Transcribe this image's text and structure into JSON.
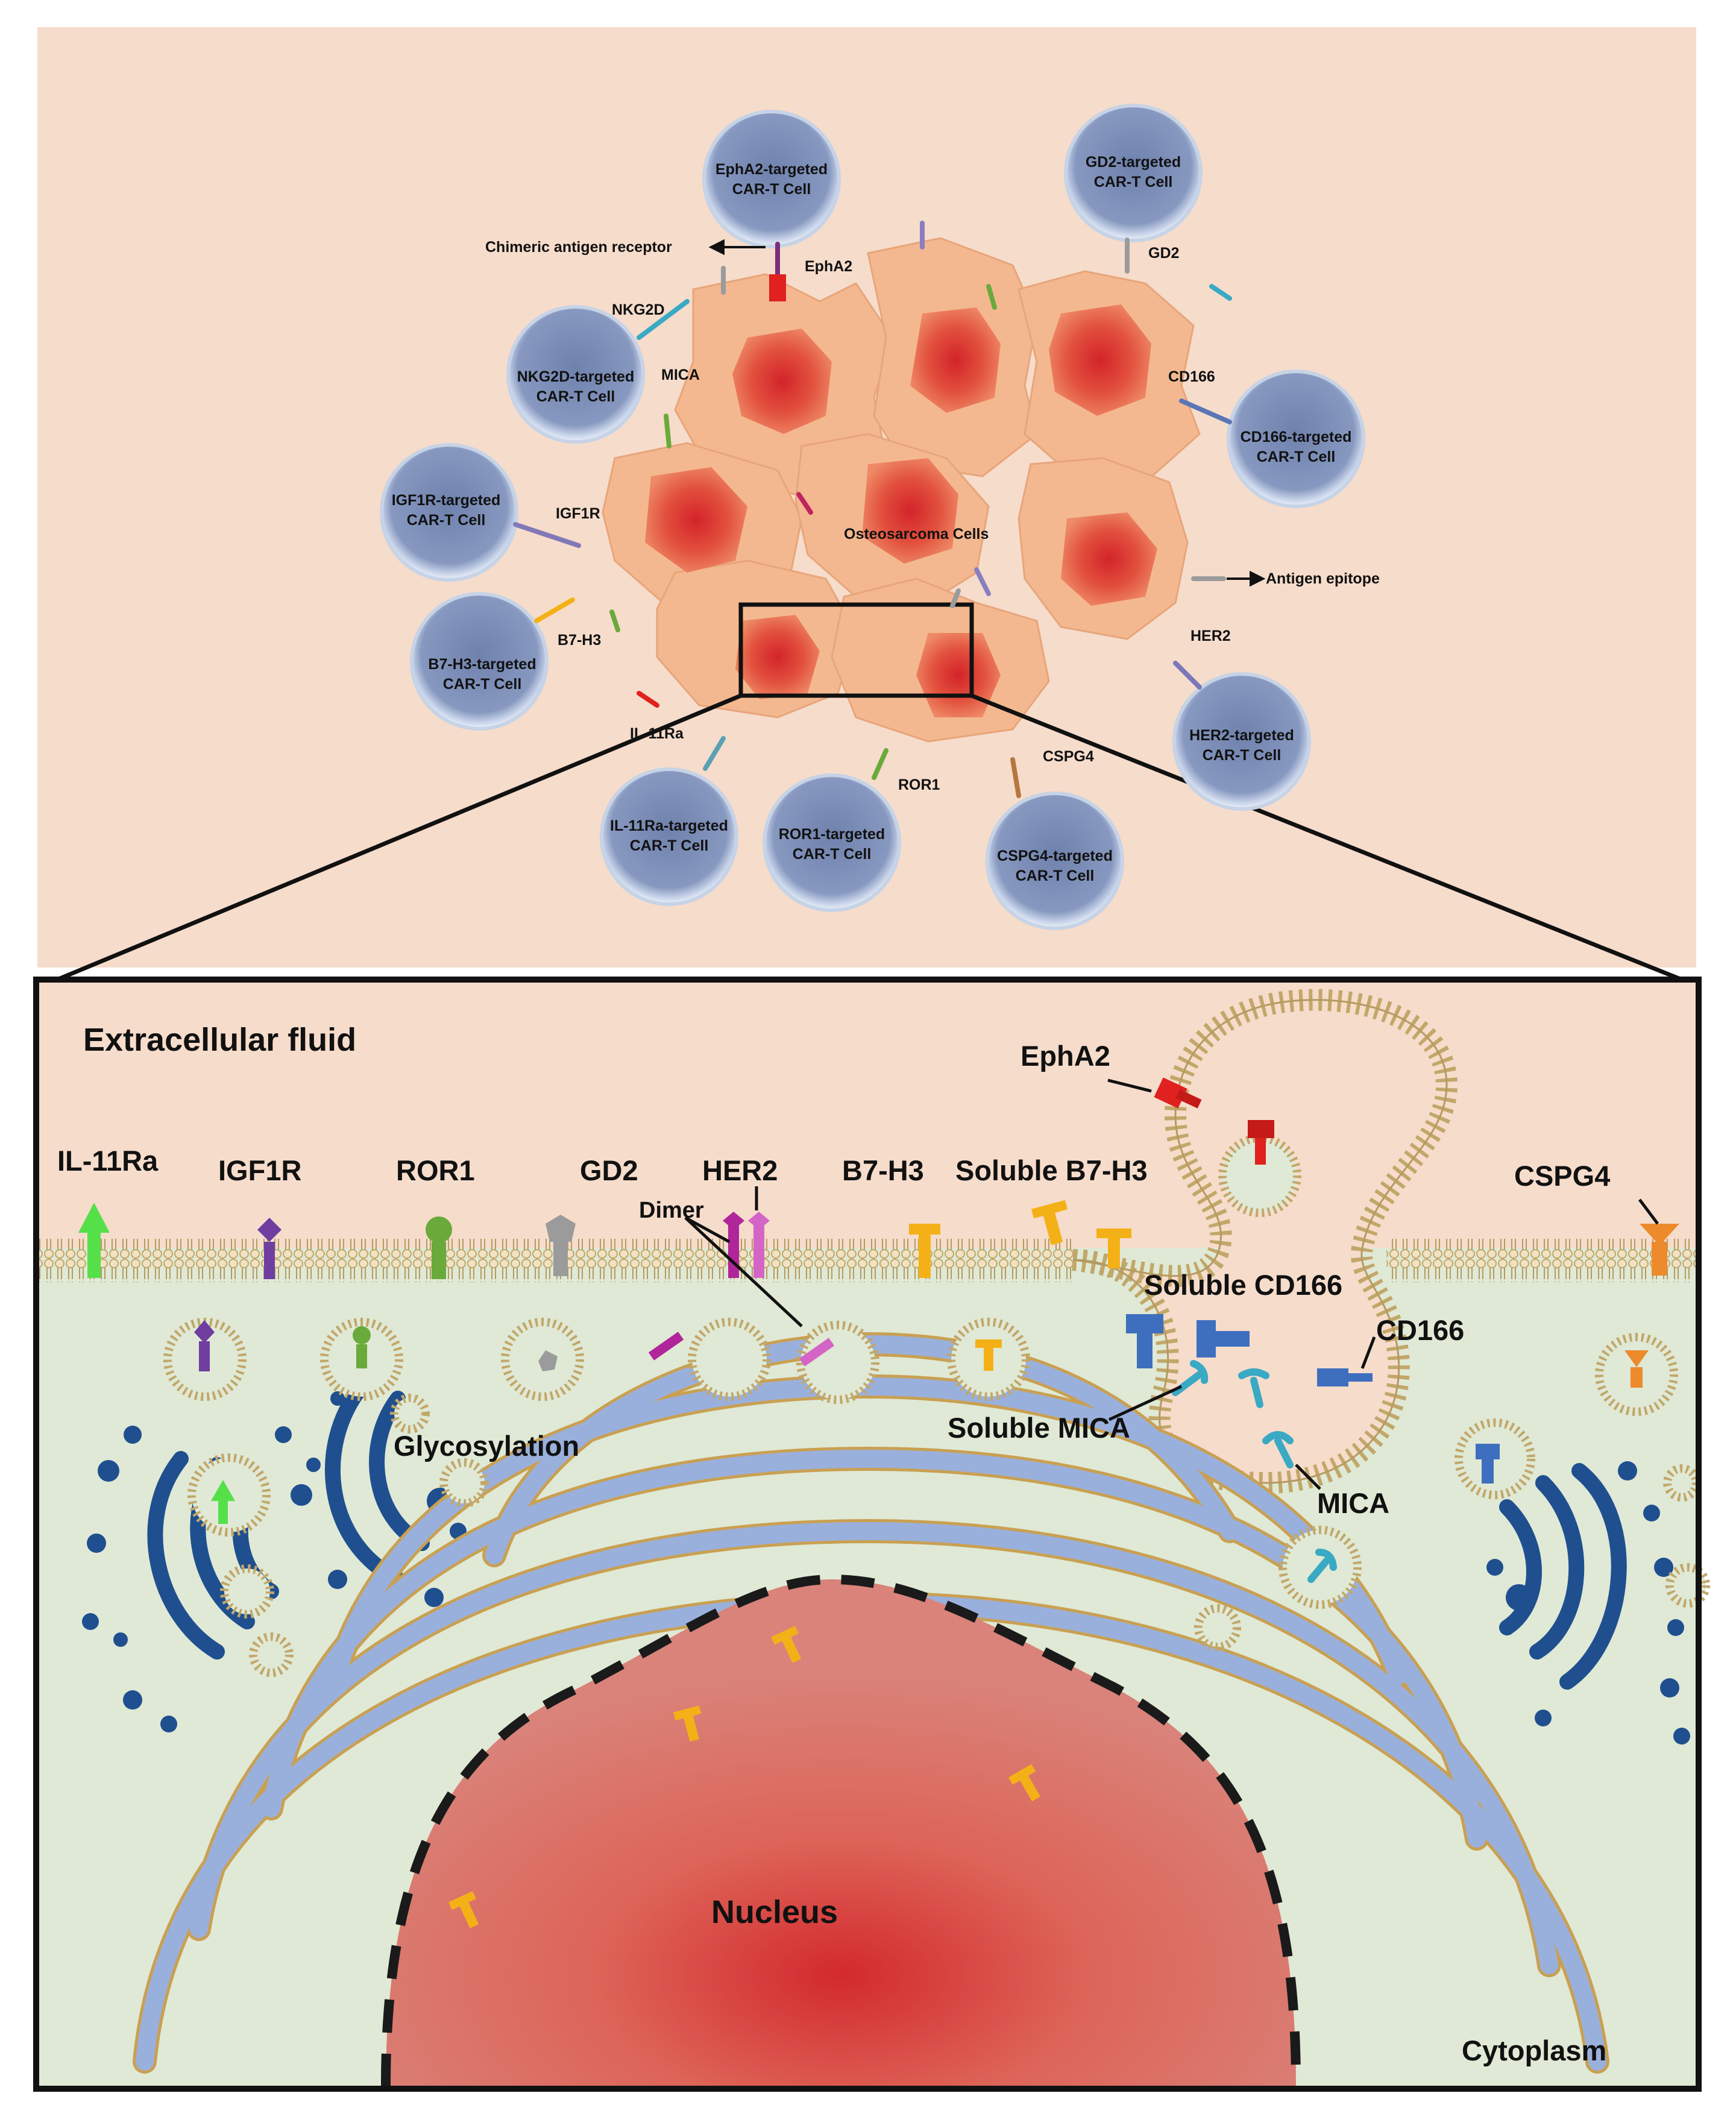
{
  "colors": {
    "top_background": "#f6dccb",
    "tumor_cell": "#f4b890",
    "tumor_nucleus": "#e04a3a",
    "car_t_cell": "#7d8fb8",
    "car_t_rim": "#dce6f3",
    "cytoplasm": "#dfe9d5",
    "extracellular": "#f6dccb",
    "membrane_head": "#f3e3c8",
    "er_fill": "#9ab0dc",
    "er_outline": "#c9a052",
    "golgi": "#1f4f8f",
    "nucleus": "#d9746a",
    "nucleus_core": "#d4262c",
    "egfp_green": "#55e04a",
    "igf1r_purple": "#6f3ea0",
    "ror1_green": "#6aaa3a",
    "gd2_gray": "#9b9b9b",
    "her2_magenta": "#b0259a",
    "b7h3_yellow": "#f4b117",
    "epha2_red": "#e0211f",
    "cd166_blue": "#3e6fbf",
    "mica_cyan": "#39a9c4",
    "cspg4_orange": "#ec8a2c"
  },
  "overview": {
    "car_t_cells": [
      {
        "line1": "EphA2-targeted",
        "line2": "CAR-T Cell"
      },
      {
        "line1": "GD2-targeted",
        "line2": "CAR-T Cell"
      },
      {
        "line1": "NKG2D-targeted",
        "line2": "CAR-T Cell"
      },
      {
        "line1": "CD166-targeted",
        "line2": "CAR-T Cell"
      },
      {
        "line1": "IGF1R-targeted",
        "line2": "CAR-T Cell"
      },
      {
        "line1": "B7-H3-targeted",
        "line2": "CAR-T Cell"
      },
      {
        "line1": "HER2-targeted",
        "line2": "CAR-T Cell"
      },
      {
        "line1": "IL-11Ra-targeted",
        "line2": "CAR-T Cell"
      },
      {
        "line1": "ROR1-targeted",
        "line2": "CAR-T Cell"
      },
      {
        "line1": "CSPG4-targeted",
        "line2": "CAR-T Cell"
      }
    ],
    "labels": {
      "chimeric_antigen_receptor": "Chimeric antigen receptor",
      "epha2": "EphA2",
      "gd2": "GD2",
      "nkg2d": "NKG2D",
      "mica": "MICA",
      "cd166": "CD166",
      "igf1r": "IGF1R",
      "osteosarcoma_cells": "Osteosarcoma Cells",
      "antigen_epitope": "Antigen epitope",
      "b7h3": "B7-H3",
      "her2": "HER2",
      "il11ra": "IL-11Ra",
      "ror1": "ROR1",
      "cspg4": "CSPG4"
    }
  },
  "detail": {
    "extracellular_fluid": "Extracellular fluid",
    "cytoplasm": "Cytoplasm",
    "nucleus": "Nucleus",
    "glycosylation": "Glycosylation",
    "dimer": "Dimer",
    "soluble_b7h3": "Soluble B7-H3",
    "soluble_cd166": "Soluble CD166",
    "soluble_mica": "Soluble MICA",
    "receptors": {
      "il11ra": "IL-11Ra",
      "igf1r": "IGF1R",
      "ror1": "ROR1",
      "gd2": "GD2",
      "her2": "HER2",
      "b7h3": "B7-H3",
      "epha2": "EphA2",
      "cspg4": "CSPG4",
      "cd166": "CD166",
      "mica": "MICA"
    }
  }
}
